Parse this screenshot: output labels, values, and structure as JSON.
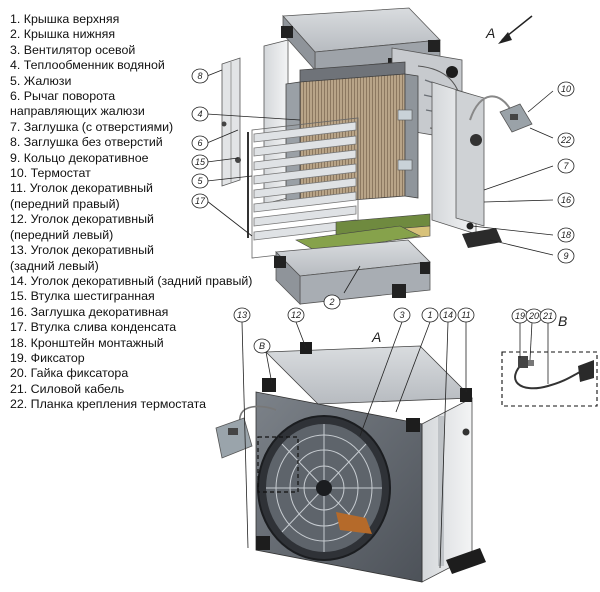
{
  "legend": [
    "1. Крышка верхняя",
    "2. Крышка нижняя",
    "3. Вентилятор осевой",
    "4. Теплообменник водяной",
    "5. Жалюзи",
    "6. Рычаг поворота",
    "направляющих жалюзи",
    "7. Заглушка (с отверстиями)",
    "8. Заглушка без отверстий",
    "9. Кольцо декоративное",
    "10. Термостат",
    "11. Уголок декоративный",
    "(передний правый)",
    "12. Уголок декоративный",
    "(передний левый)",
    "13. Уголок декоративный",
    "(задний левый)",
    "14. Уголок декоративный (задний правый)",
    "15. Втулка шестигранная",
    "16. Заглушка декоративная",
    "17. Втулка слива конденсата",
    "18. Кронштейн монтажный",
    "19. Фиксатор",
    "20. Гайка фиксатора",
    "21. Силовой кабель",
    "22. Планка крепления термостата"
  ],
  "views": {
    "a_arrow": "A",
    "a_label": "A",
    "b_label": "B",
    "b_circle": "B"
  },
  "callouts": {
    "c8": "8",
    "c4": "4",
    "c6": "6",
    "c15": "15",
    "c5": "5",
    "c17": "17",
    "c10": "10",
    "c22": "22",
    "c7": "7",
    "c16": "16",
    "c18": "18",
    "c9": "9",
    "c2": "2",
    "c13": "13",
    "c12": "12",
    "c3": "3",
    "c1": "1",
    "c14": "14",
    "c11": "11",
    "c19": "19",
    "c20": "20",
    "c21": "21"
  }
}
